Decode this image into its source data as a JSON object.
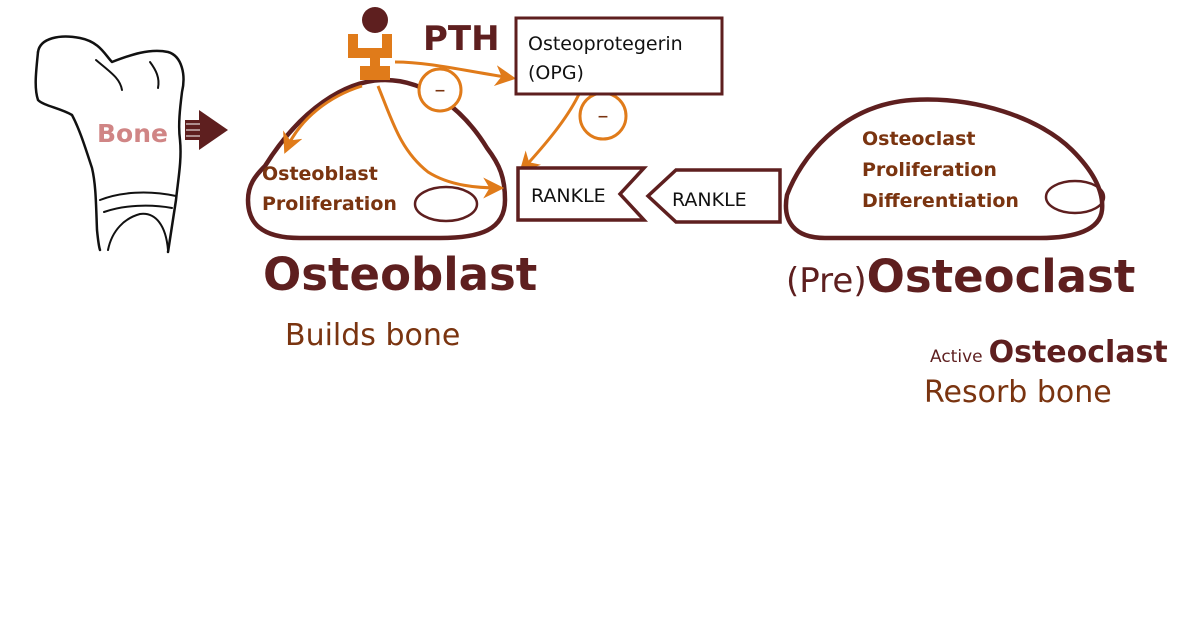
{
  "colors": {
    "maroon": "#5e1f1f",
    "brown": "#7a3410",
    "orange": "#e07b1a",
    "bone_label": "#d08585",
    "black": "#111111"
  },
  "bone": {
    "label": "Bone"
  },
  "pth": {
    "label": "PTH"
  },
  "opg": {
    "line1": "Osteoprotegerin",
    "line2": "(OPG)"
  },
  "inhibit": {
    "symbol": "–"
  },
  "osteoblast": {
    "cell_line1": "Osteoblast",
    "cell_line2": "Proliferation",
    "title": "Osteoblast",
    "caption": "Builds bone"
  },
  "rankl": {
    "receptor_label": "RANKLE",
    "ligand_label": "RANKLE"
  },
  "osteoclast": {
    "cell_line1": "Osteoclast",
    "cell_line2": "Proliferation",
    "cell_line3": "Differentiation",
    "title_prefix": "(Pre)",
    "title": "Osteoclast"
  },
  "active_osteoclast": {
    "prefix": "Active",
    "title": "Osteoclast",
    "caption": "Resorb bone"
  }
}
